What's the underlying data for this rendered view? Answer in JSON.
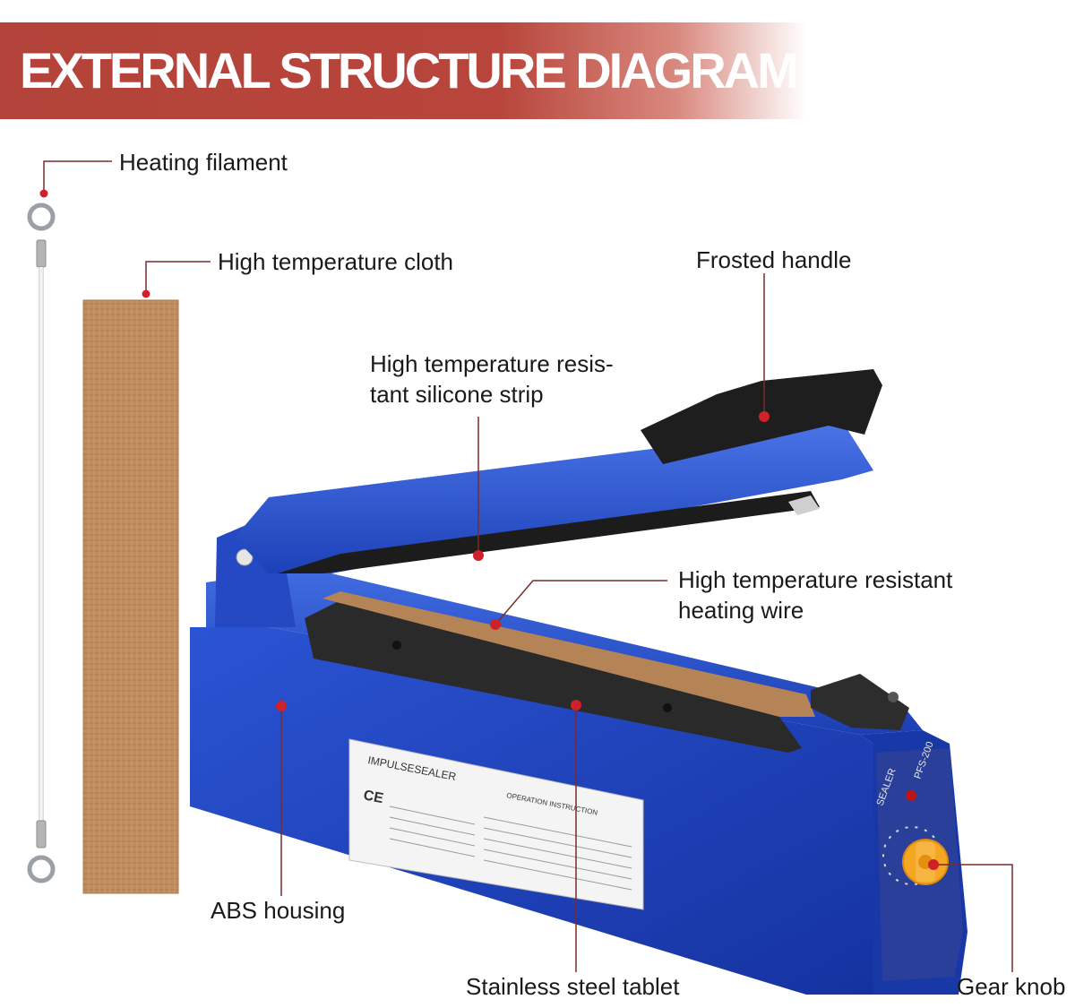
{
  "title": "EXTERNAL STRUCTURE DIAGRAM",
  "colors": {
    "banner": "#b8453b",
    "leader": "#7a2c2c",
    "dot": "#d0202a",
    "housing": "#1f46c4",
    "cloth": "#c18d5f",
    "knob": "#f5a623"
  },
  "labels": {
    "heating_filament": "Heating filament",
    "high_temp_cloth": "High temperature cloth",
    "frosted_handle": "Frosted handle",
    "silicone_strip_line1": "High temperature resis-",
    "silicone_strip_line2": "tant silicone strip",
    "heating_wire_line1": "High temperature resistant",
    "heating_wire_line2": "heating wire",
    "abs_housing": "ABS housing",
    "stainless_tablet": "Stainless steel tablet",
    "gear_knob": "Gear knob"
  },
  "device": {
    "brand": "IMPULSESEALER",
    "ce_mark": "CE",
    "instruction_header": "OPERATION INSTRUCTION",
    "model": "PFS-200",
    "sealer_label": "SEALER"
  }
}
